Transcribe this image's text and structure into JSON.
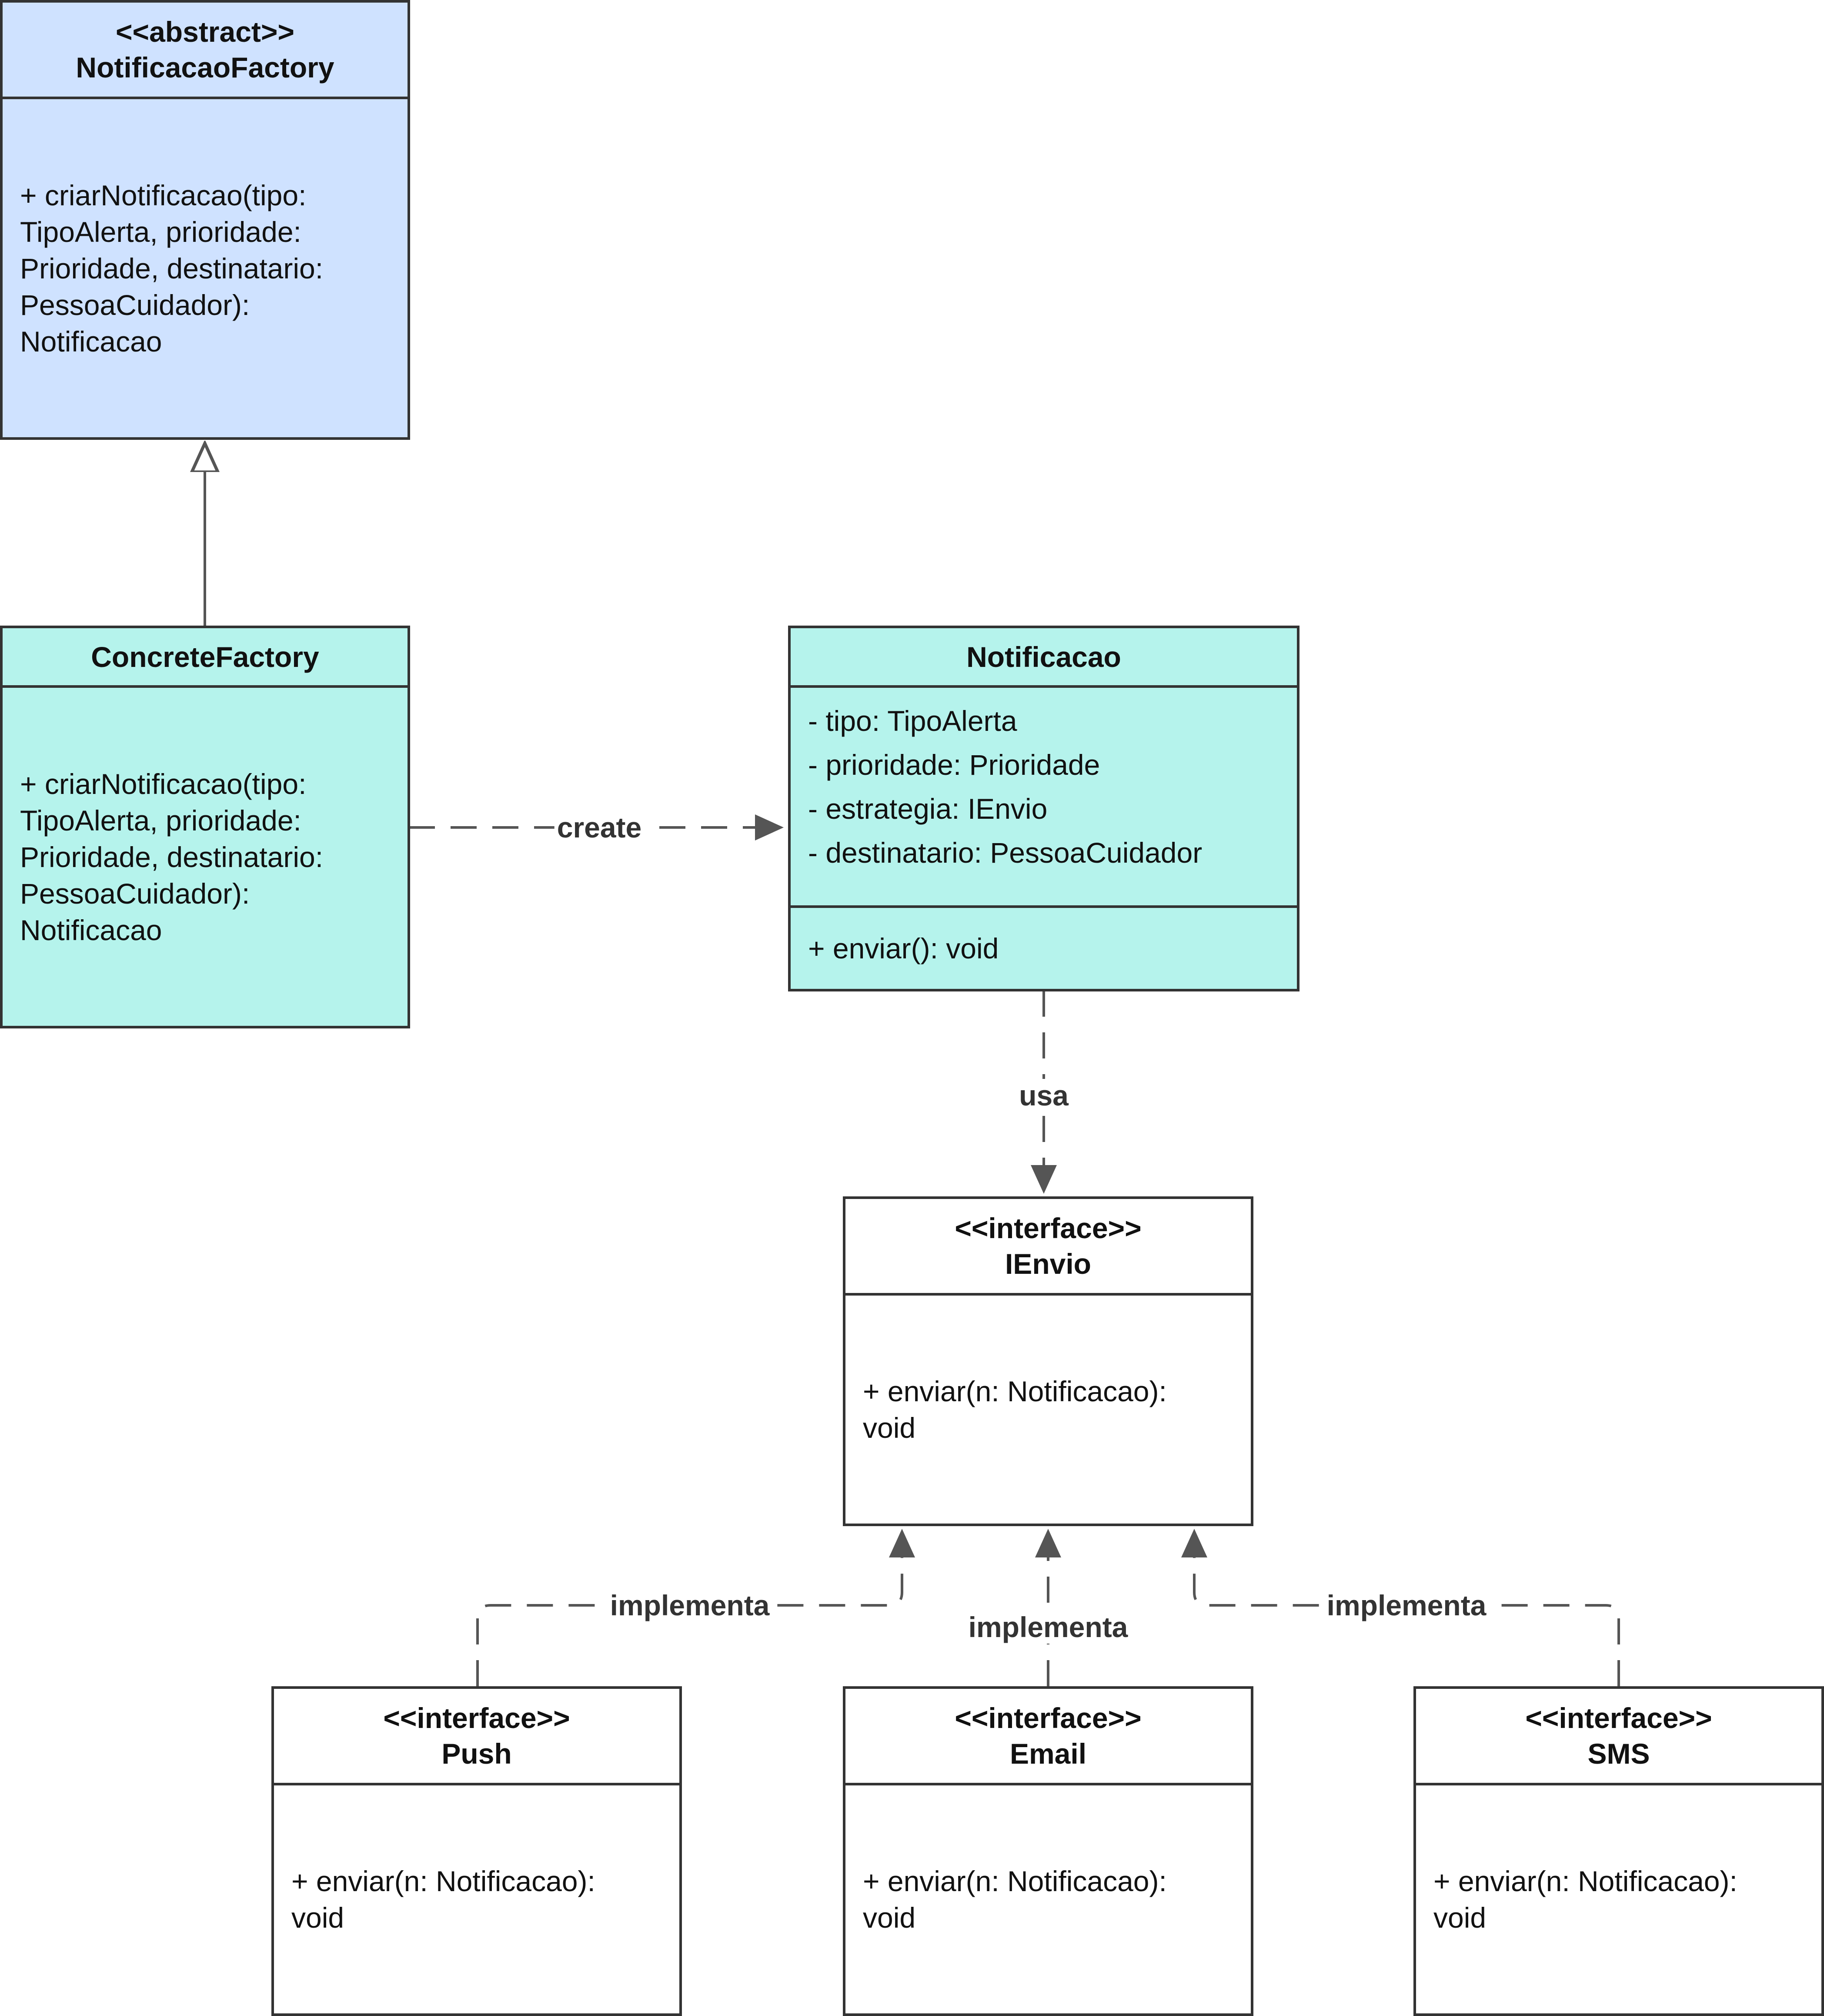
{
  "colors": {
    "abstract_fill": "#cfe2ff",
    "concrete_fill": "#b5f3ec",
    "interface_fill": "#ffffff",
    "stroke": "#333333",
    "connector": "#555555"
  },
  "classes": {
    "factory": {
      "stereotype": "<<abstract>>",
      "name": "NotificacaoFactory",
      "methods": [
        "+ criarNotificacao(tipo:",
        "TipoAlerta, prioridade:",
        "Prioridade, destinatario:",
        "PessoaCuidador):",
        "Notificacao"
      ]
    },
    "concrete": {
      "name": "ConcreteFactory",
      "methods": [
        "+ criarNotificacao(tipo:",
        "TipoAlerta, prioridade:",
        "Prioridade, destinatario:",
        "PessoaCuidador):",
        "Notificacao"
      ]
    },
    "notificacao": {
      "name": "Notificacao",
      "attributes": [
        "- tipo: TipoAlerta",
        "- prioridade: Prioridade",
        "- estrategia: IEnvio",
        "- destinatario: PessoaCuidador"
      ],
      "methods": [
        "+ enviar(): void"
      ]
    },
    "ienvio": {
      "stereotype": "<<interface>>",
      "name": "IEnvio",
      "methods": [
        "+ enviar(n: Notificacao):",
        "void"
      ]
    },
    "push": {
      "stereotype": "<<interface>>",
      "name": "Push",
      "methods": [
        "+ enviar(n: Notificacao):",
        "void"
      ]
    },
    "email": {
      "stereotype": "<<interface>>",
      "name": "Email",
      "methods": [
        "+ enviar(n: Notificacao):",
        "void"
      ]
    },
    "sms": {
      "stereotype": "<<interface>>",
      "name": "SMS",
      "methods": [
        "+ enviar(n: Notificacao):",
        "void"
      ]
    }
  },
  "relations": {
    "create": "create",
    "usa": "usa",
    "implementa_push": "implementa",
    "implementa_email": "implementa",
    "implementa_sms": "implementa"
  }
}
